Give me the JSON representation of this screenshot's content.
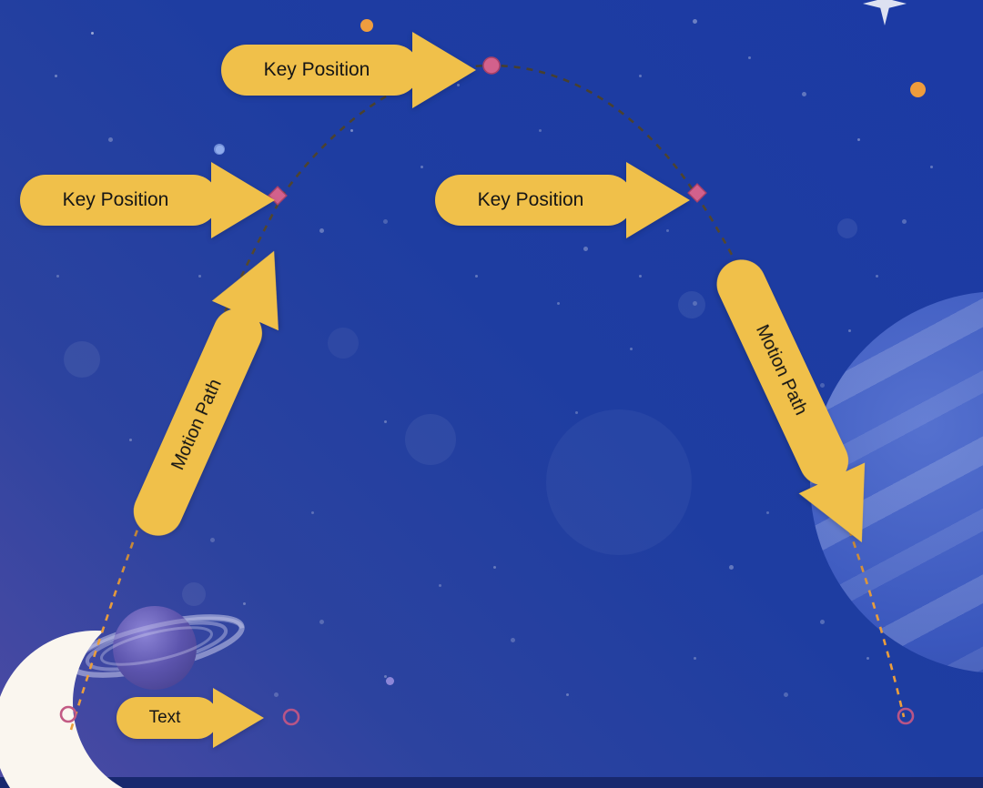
{
  "callouts": [
    {
      "id": "key-position-top",
      "label": "Key Position"
    },
    {
      "id": "key-position-left",
      "label": "Key Position"
    },
    {
      "id": "key-position-right",
      "label": "Key Position"
    },
    {
      "id": "motion-path-left",
      "label": "Motion Path"
    },
    {
      "id": "motion-path-right",
      "label": "Motion Path"
    },
    {
      "id": "text-callout",
      "label": "Text"
    }
  ],
  "motion_path": {
    "line_style": "dashed",
    "markers": [
      {
        "id": "start-point",
        "shape": "open-circle"
      },
      {
        "id": "key-point-1",
        "shape": "diamond"
      },
      {
        "id": "apex-point",
        "shape": "filled-circle"
      },
      {
        "id": "key-point-2",
        "shape": "diamond"
      },
      {
        "id": "text-point",
        "shape": "open-circle"
      },
      {
        "id": "end-point",
        "shape": "open-circle"
      }
    ]
  },
  "colors": {
    "arrow_fill": "#F0C04A",
    "arrow_text": "#151515",
    "marker_pink": "#D2618C",
    "path_dark": "#463F2F",
    "path_orange": "#E89C3C",
    "background_blue": "#1E3DA1",
    "background_purple": "#4E4BA4"
  }
}
